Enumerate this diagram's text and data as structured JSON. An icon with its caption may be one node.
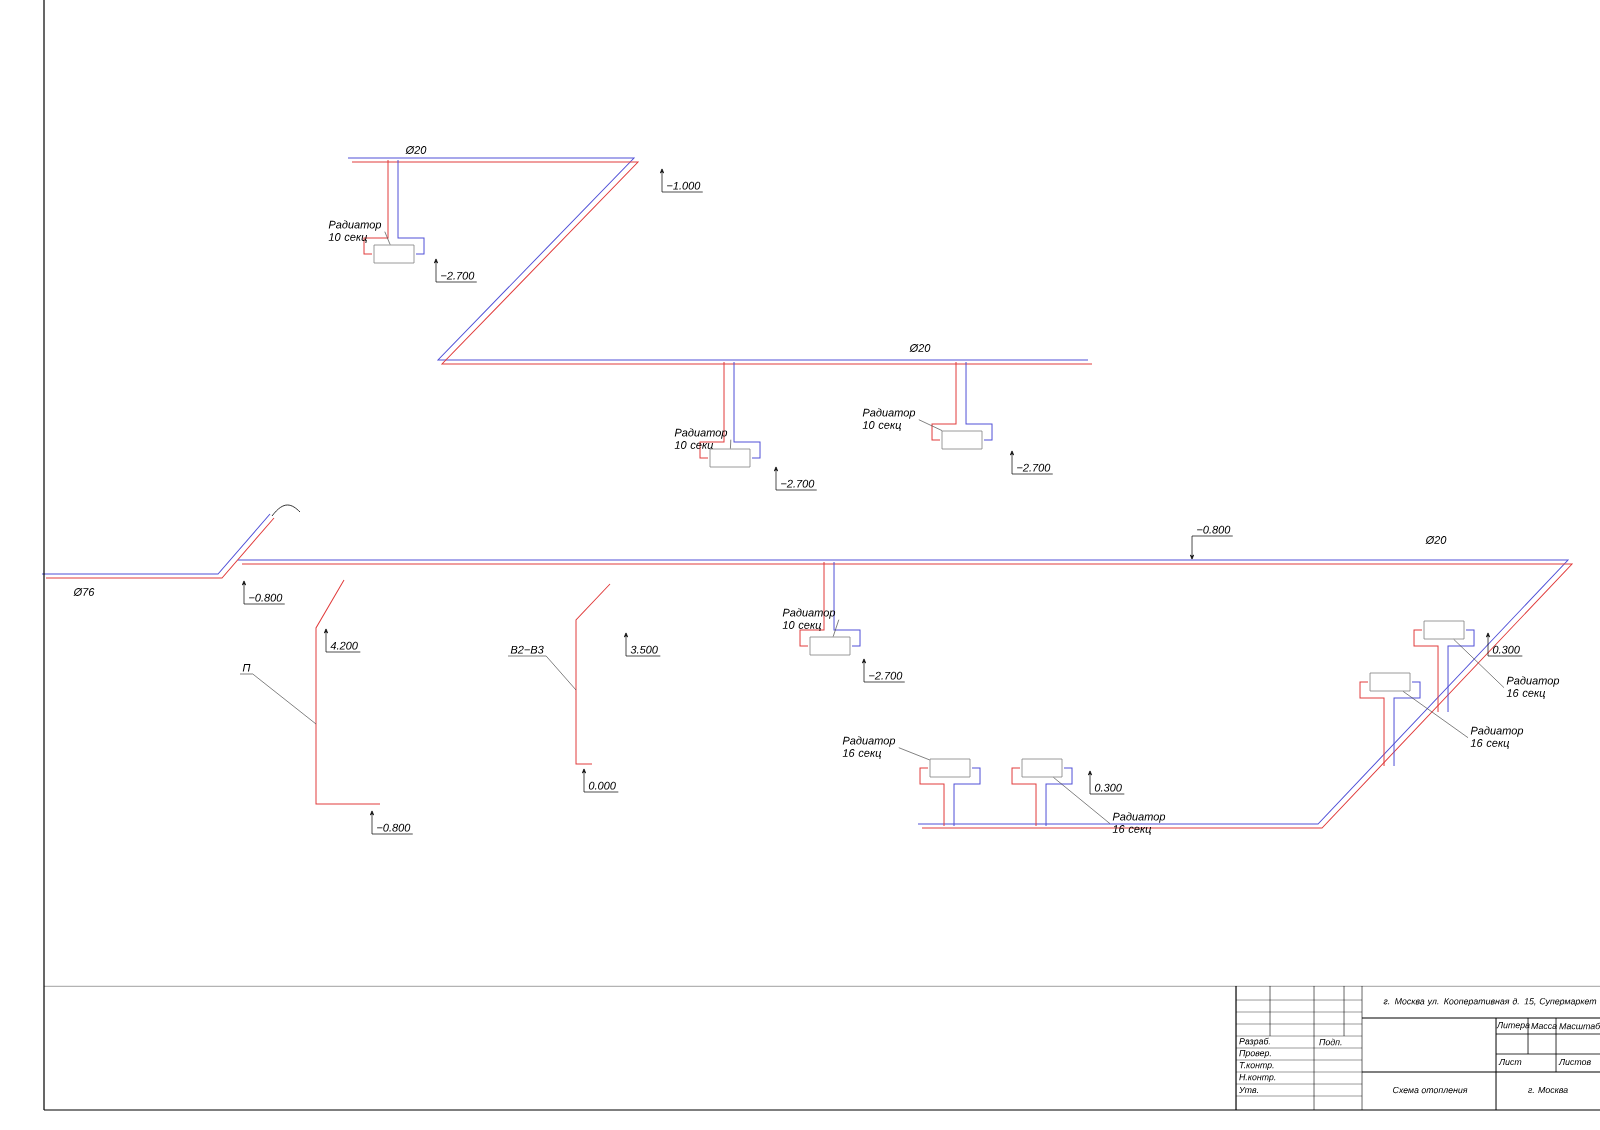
{
  "diagram": {
    "nodes": [
      {
        "text": [
          "Радиатор 10 секц"
        ]
      },
      {
        "text": [],
        "shape": "box",
        "beside": [
          "−2.700"
        ]
      },
      {
        "text": [
          "Радиатор 10 секц"
        ]
      },
      {
        "text": [],
        "shape": "box",
        "beside": [
          "−2.700"
        ]
      },
      {
        "text": [
          "Радиатор 10 секц"
        ]
      },
      {
        "text": [],
        "shape": "box",
        "beside": [
          "−2.700"
        ]
      },
      {
        "text": [
          "Радиатор 10 секц"
        ]
      },
      {
        "text": [],
        "shape": "box",
        "beside": [
          "−2.700"
        ]
      },
      {
        "text": [
          "Радиатор 16 секц"
        ]
      },
      {
        "text": [],
        "shape": "box"
      },
      {
        "text": [
          "Радиатор 16 секц"
        ]
      },
      {
        "text": [],
        "shape": "box"
      },
      {
        "text": [
          "Радиатор 16 секц"
        ]
      },
      {
        "text": [],
        "shape": "box"
      },
      {
        "text": [
          "Радиатор 16 секц"
        ]
      },
      {
        "text": [],
        "shape": "box",
        "beside": [
          "0.300"
        ]
      },
      {
        "text": [
          "П"
        ]
      },
      {
        "text": [
          "В2−В3"
        ]
      }
    ],
    "edges": [
      {
        "from": 0,
        "to": 1,
        "arrow": "none"
      },
      {
        "from": 2,
        "to": 3,
        "arrow": "none"
      },
      {
        "from": 4,
        "to": 5,
        "arrow": "none"
      },
      {
        "from": 6,
        "to": 7,
        "arrow": "none"
      },
      {
        "from": 8,
        "to": 9,
        "arrow": "none"
      },
      {
        "from": 10,
        "to": 11,
        "arrow": "none"
      },
      {
        "from": 12,
        "to": 13,
        "arrow": "none"
      },
      {
        "from": 14,
        "to": 15,
        "arrow": "none"
      },
      {
        "from": 16,
        "to": null,
        "arrow": "none"
      },
      {
        "from": 17,
        "to": null,
        "arrow": "none"
      }
    ],
    "labels": [
      "Ø20",
      "−1.000",
      "Ø20",
      "−0.800",
      "Ø20",
      "Ø76",
      "−0.800",
      "4.200",
      "3.500",
      "0.000",
      "0.300",
      "−0.800",
      "г. Москва ул. Кооперативная д. 15, Супермаркет",
      "Литера",
      "Масса",
      "Масштаб",
      "Разраб.",
      "Подп.",
      "Провер.",
      "Лист",
      "Листов",
      "Т.контр.",
      "Н.контр.",
      "Утв.",
      "Схема отопления",
      "г. Москва"
    ]
  }
}
